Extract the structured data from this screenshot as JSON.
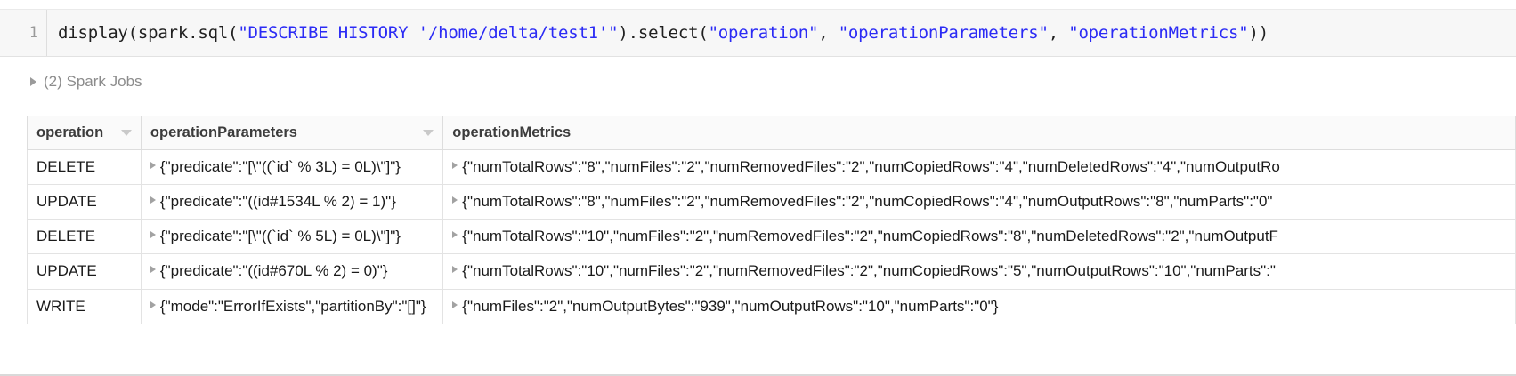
{
  "cell": {
    "line_number": "1",
    "code_tokens": [
      {
        "t": "display(spark.sql(",
        "k": "plain"
      },
      {
        "t": "\"DESCRIBE HISTORY '/home/delta/test1'\"",
        "k": "str"
      },
      {
        "t": ").select(",
        "k": "plain"
      },
      {
        "t": "\"operation\"",
        "k": "str"
      },
      {
        "t": ", ",
        "k": "plain"
      },
      {
        "t": "\"operationParameters\"",
        "k": "str"
      },
      {
        "t": ", ",
        "k": "plain"
      },
      {
        "t": "\"operationMetrics\"",
        "k": "str"
      },
      {
        "t": "))",
        "k": "plain"
      }
    ],
    "code_plain": "display(spark.sql(\"DESCRIBE HISTORY '/home/delta/test1'\").select(\"operation\", \"operationParameters\", \"operationMetrics\"))"
  },
  "spark_jobs": {
    "label": "(2) Spark Jobs",
    "expanded": false,
    "count": 2
  },
  "table": {
    "columns": [
      {
        "key": "operation",
        "label": "operation",
        "has_filter_caret": true
      },
      {
        "key": "operationParameters",
        "label": "operationParameters",
        "has_filter_caret": true
      },
      {
        "key": "operationMetrics",
        "label": "operationMetrics",
        "has_filter_caret": false
      }
    ],
    "rows": [
      {
        "operation": "DELETE",
        "operationParameters": "{\"predicate\":\"[\\\"((`id` % 3L) = 0L)\\\"]\"}",
        "operationMetrics": "{\"numTotalRows\":\"8\",\"numFiles\":\"2\",\"numRemovedFiles\":\"2\",\"numCopiedRows\":\"4\",\"numDeletedRows\":\"4\",\"numOutputRo"
      },
      {
        "operation": "UPDATE",
        "operationParameters": "{\"predicate\":\"((id#1534L % 2) = 1)\"}",
        "operationMetrics": "{\"numTotalRows\":\"8\",\"numFiles\":\"2\",\"numRemovedFiles\":\"2\",\"numCopiedRows\":\"4\",\"numOutputRows\":\"8\",\"numParts\":\"0\""
      },
      {
        "operation": "DELETE",
        "operationParameters": "{\"predicate\":\"[\\\"((`id` % 5L) = 0L)\\\"]\"}",
        "operationMetrics": "{\"numTotalRows\":\"10\",\"numFiles\":\"2\",\"numRemovedFiles\":\"2\",\"numCopiedRows\":\"8\",\"numDeletedRows\":\"2\",\"numOutputF"
      },
      {
        "operation": "UPDATE",
        "operationParameters": "{\"predicate\":\"((id#670L % 2) = 0)\"}",
        "operationMetrics": "{\"numTotalRows\":\"10\",\"numFiles\":\"2\",\"numRemovedFiles\":\"2\",\"numCopiedRows\":\"5\",\"numOutputRows\":\"10\",\"numParts\":\""
      },
      {
        "operation": "WRITE",
        "operationParameters": "{\"mode\":\"ErrorIfExists\",\"partitionBy\":\"[]\"}",
        "operationMetrics": "{\"numFiles\":\"2\",\"numOutputBytes\":\"939\",\"numOutputRows\":\"10\",\"numParts\":\"0\"}"
      }
    ]
  },
  "colors": {
    "string_literal": "#2b2bf5",
    "code_text": "#1f1f1f",
    "cell_background": "#f7f7f7",
    "header_background": "#fafafa",
    "muted_text": "#8c8c8c",
    "grid_line": "#e3e3e3"
  }
}
